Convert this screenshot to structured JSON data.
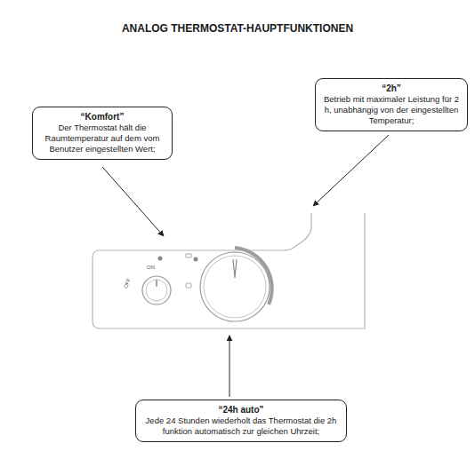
{
  "diagram": {
    "title": "ANALOG THERMOSTAT-HAUPTFUNKTIONEN",
    "nodes": [
      {
        "text": [
          "“Komfort”",
          "Der Thermostat hält die Raumtemperatur auf dem vom Benutzer eingestellten Wert;"
        ]
      },
      {
        "text": [
          "“2h”",
          "Betrieb mit maximaler Leistung für 2 h, unabhängig von der eingestellten Temperatur;"
        ]
      },
      {
        "text": [
          "“24h auto”",
          "Jede 24 Stunden wiederholt das Thermostat die 2h funktion automatisch zur gleichen Uhrzeit;"
        ]
      }
    ],
    "labels": [
      "OFF",
      "ON"
    ]
  }
}
